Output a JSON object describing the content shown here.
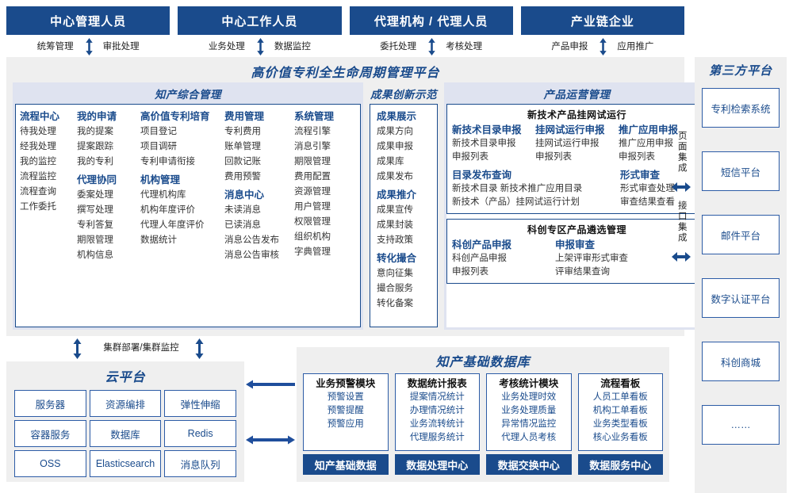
{
  "roles": {
    "boxes": [
      {
        "label": "中心管理人员",
        "left": "统筹管理",
        "right": "审批处理"
      },
      {
        "label": "中心工作人员",
        "left": "业务处理",
        "right": "数据监控"
      },
      {
        "label": "代理机构 / 代理人员",
        "left": "委托处理",
        "right": "考核处理"
      },
      {
        "label": "产业链企业",
        "left": "产品申报",
        "right": "应用推广"
      }
    ]
  },
  "platform": {
    "title": "高价值专利全生命周期管理平台",
    "groups": {
      "ip_mgmt": {
        "title": "知产综合管理",
        "columns": [
          {
            "blocks": [
              {
                "head": "流程中心",
                "items": [
                  "待我处理",
                  "经我处理",
                  "我的监控",
                  "流程监控",
                  "流程查询",
                  "工作委托"
                ]
              }
            ]
          },
          {
            "blocks": [
              {
                "head": "我的申请",
                "items": [
                  "我的提案",
                  "提案跟踪",
                  "我的专利"
                ]
              },
              {
                "head": "代理协同",
                "items": [
                  "委案处理",
                  "撰写处理",
                  "专利答复",
                  "期限管理",
                  "机构信息"
                ]
              }
            ]
          },
          {
            "blocks": [
              {
                "head": "高价值专利培育",
                "items": [
                  "项目登记",
                  "项目调研",
                  "专利申请衔接"
                ]
              },
              {
                "head": "机构管理",
                "items": [
                  "代理机构库",
                  "机构年度评价",
                  "代理人年度评价",
                  "数据统计"
                ]
              }
            ]
          },
          {
            "blocks": [
              {
                "head": "费用管理",
                "items": [
                  "专利费用",
                  "账单管理",
                  "回款记账",
                  "费用预警"
                ]
              },
              {
                "head": "消息中心",
                "items": [
                  "未读消息",
                  "已读消息",
                  "消息公告发布",
                  "消息公告审核"
                ]
              }
            ]
          },
          {
            "blocks": [
              {
                "head": "系统管理",
                "items": [
                  "流程引擎",
                  "消息引擎",
                  "期限管理",
                  "费用配置",
                  "资源管理",
                  "用户管理",
                  "权限管理",
                  "组织机构",
                  "字典管理"
                ]
              }
            ]
          }
        ]
      },
      "achievement": {
        "title": "成果创新示范",
        "blocks": [
          {
            "head": "成果展示",
            "items": [
              "成果方向",
              "成果申报",
              "成果库",
              "成果发布"
            ]
          },
          {
            "head": "成果推介",
            "items": [
              "成果宣传",
              "成果封装",
              "支持政策"
            ]
          },
          {
            "head": "转化撮合",
            "items": [
              "意向征集",
              "撮合服务",
              "转化备案"
            ]
          }
        ]
      },
      "product_ops": {
        "title": "产品运营管理",
        "subboxes": [
          {
            "title": "新技术产品挂网试运行",
            "rows": [
              {
                "cols": [
                  {
                    "head": "新技术目录申报",
                    "items": [
                      "新技术目录申报",
                      "申报列表"
                    ]
                  },
                  {
                    "head": "挂网试运行申报",
                    "items": [
                      "挂网试运行申报",
                      "申报列表"
                    ]
                  },
                  {
                    "head": "推广应用申报",
                    "items": [
                      "推广应用申报",
                      "申报列表"
                    ]
                  }
                ]
              },
              {
                "cols": [
                  {
                    "head": "目录发布查询",
                    "items": [
                      "新技术目录      新技术推广应用目录",
                      "新技术（产品）挂网试运行计划"
                    ]
                  },
                  {
                    "head": "形式审查",
                    "items": [
                      "形式审查处理",
                      "审查结果查看"
                    ]
                  }
                ]
              }
            ]
          },
          {
            "title": "科创专区产品遴选管理",
            "rows": [
              {
                "cols": [
                  {
                    "head": "科创产品申报",
                    "items": [
                      "科创产品申报",
                      "申报列表"
                    ]
                  },
                  {
                    "head": "申报审查",
                    "items": [
                      "上架评审形式审查",
                      "评审结果查询"
                    ]
                  }
                ]
              }
            ]
          }
        ]
      }
    }
  },
  "integration": {
    "page_label": "页面集成",
    "api_label": "接口集成"
  },
  "third_party": {
    "title": "第三方平台",
    "items": [
      "专利检索系统",
      "短信平台",
      "邮件平台",
      "数字认证平台",
      "科创商城",
      "……"
    ]
  },
  "cluster": {
    "label": "集群部署/集群监控"
  },
  "cloud": {
    "title": "云平台",
    "cells": [
      "服务器",
      "资源编排",
      "弹性伸缩",
      "容器服务",
      "数据库",
      "Redis",
      "OSS",
      "Elasticsearch",
      "消息队列"
    ]
  },
  "database": {
    "title": "知产基础数据库",
    "columns": [
      {
        "head": "业务预警模块",
        "items": [
          "预警设置",
          "预警提醒",
          "预警应用"
        ],
        "footer": "知产基础数据"
      },
      {
        "head": "数据统计报表",
        "items": [
          "提案情况统计",
          "办理情况统计",
          "业务流转统计",
          "代理服务统计"
        ],
        "footer": "数据处理中心"
      },
      {
        "head": "考核统计模块",
        "items": [
          "业务处理时效",
          "业务处理质量",
          "异常情况监控",
          "代理人员考核"
        ],
        "footer": "数据交换中心"
      },
      {
        "head": "流程看板",
        "items": [
          "人员工单看板",
          "机构工单看板",
          "业务类型看板",
          "核心业务看板"
        ],
        "footer": "数据服务中心"
      }
    ]
  },
  "colors": {
    "brand": "#1a4b8c",
    "accent": "#2d5ca6",
    "panel": "#efefef",
    "group_band": "#dfe3f0"
  }
}
